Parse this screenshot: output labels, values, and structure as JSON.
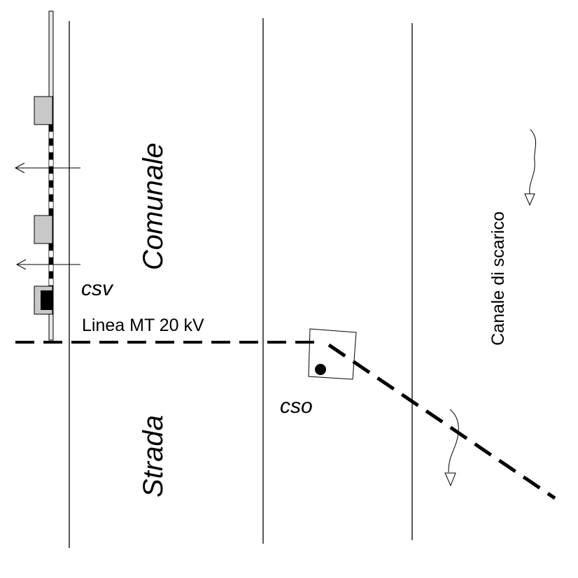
{
  "labels": {
    "comunale": "Comunale",
    "strada": "Strada",
    "csv": "csv",
    "linea": "Linea MT 20 kV",
    "cso": "cso",
    "canale": "Canale di scarico"
  },
  "colors": {
    "line": "#000000",
    "box_fill": "#c8c8c8",
    "pole_fill": "#e6e6e6"
  }
}
